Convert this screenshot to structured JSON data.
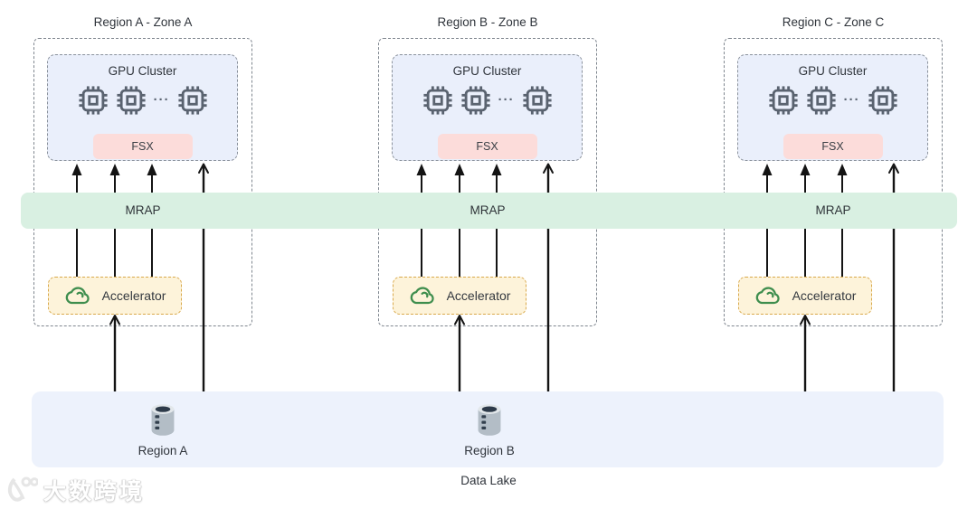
{
  "regions": [
    {
      "title": "Region A - Zone A",
      "gpu_cluster": {
        "label": "GPU Cluster",
        "ellipsis": "···",
        "fsx_label": "FSX"
      },
      "mrap_label": "MRAP",
      "accelerator_label": "Accelerator"
    },
    {
      "title": "Region B - Zone B",
      "gpu_cluster": {
        "label": "GPU Cluster",
        "ellipsis": "···",
        "fsx_label": "FSX"
      },
      "mrap_label": "MRAP",
      "accelerator_label": "Accelerator"
    },
    {
      "title": "Region C - Zone C",
      "gpu_cluster": {
        "label": "GPU Cluster",
        "ellipsis": "···",
        "fsx_label": "FSX"
      },
      "mrap_label": "MRAP",
      "accelerator_label": "Accelerator"
    }
  ],
  "data_lake": {
    "label": "Data Lake",
    "stores": [
      "Region A",
      "Region B"
    ]
  },
  "watermark": "大数跨境",
  "colors": {
    "gpu_cluster_fill": "#eaeffb",
    "fsx_fill": "#fcdcda",
    "mrap_fill": "#d9f0e2",
    "accelerator_fill": "#fdf3da",
    "accelerator_border": "#d9a94c",
    "data_lake_fill": "#edf2fc",
    "chip_icon": "#5a6370",
    "cloud_icon": "#3f8e4e",
    "arrow": "#141414"
  }
}
